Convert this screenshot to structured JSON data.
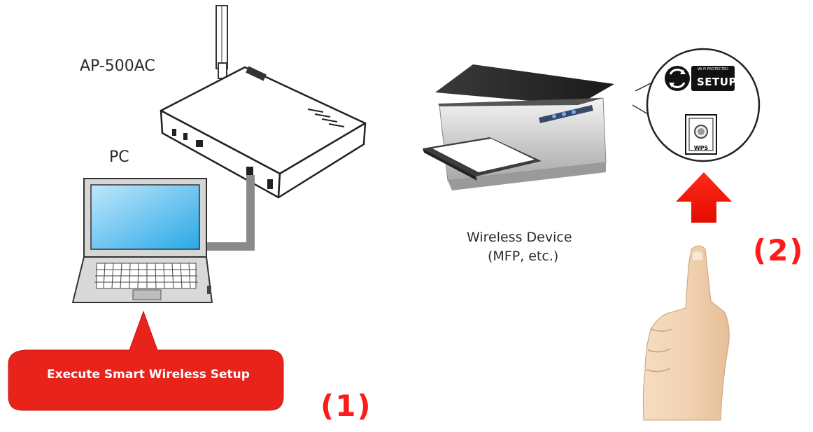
{
  "labels": {
    "router": "AP-500AC",
    "pc": "PC",
    "device_line1": "Wireless Device",
    "device_line2": "(MFP, etc.)"
  },
  "callout": {
    "text": "Execute Smart Wireless Setup",
    "color": "#e8231c"
  },
  "steps": {
    "step1": "(1)",
    "step2": "(2)",
    "color": "#ff1a1a"
  },
  "wps_badge": {
    "small_text": "Wi-Fi PROTECTED",
    "setup_text": "SETUP",
    "button_label": "WPS"
  },
  "icons": [
    "router-icon",
    "laptop-icon",
    "printer-icon",
    "wps-logo-icon",
    "wps-button-icon",
    "up-arrow-icon",
    "pointing-hand-icon",
    "cable-icon"
  ]
}
